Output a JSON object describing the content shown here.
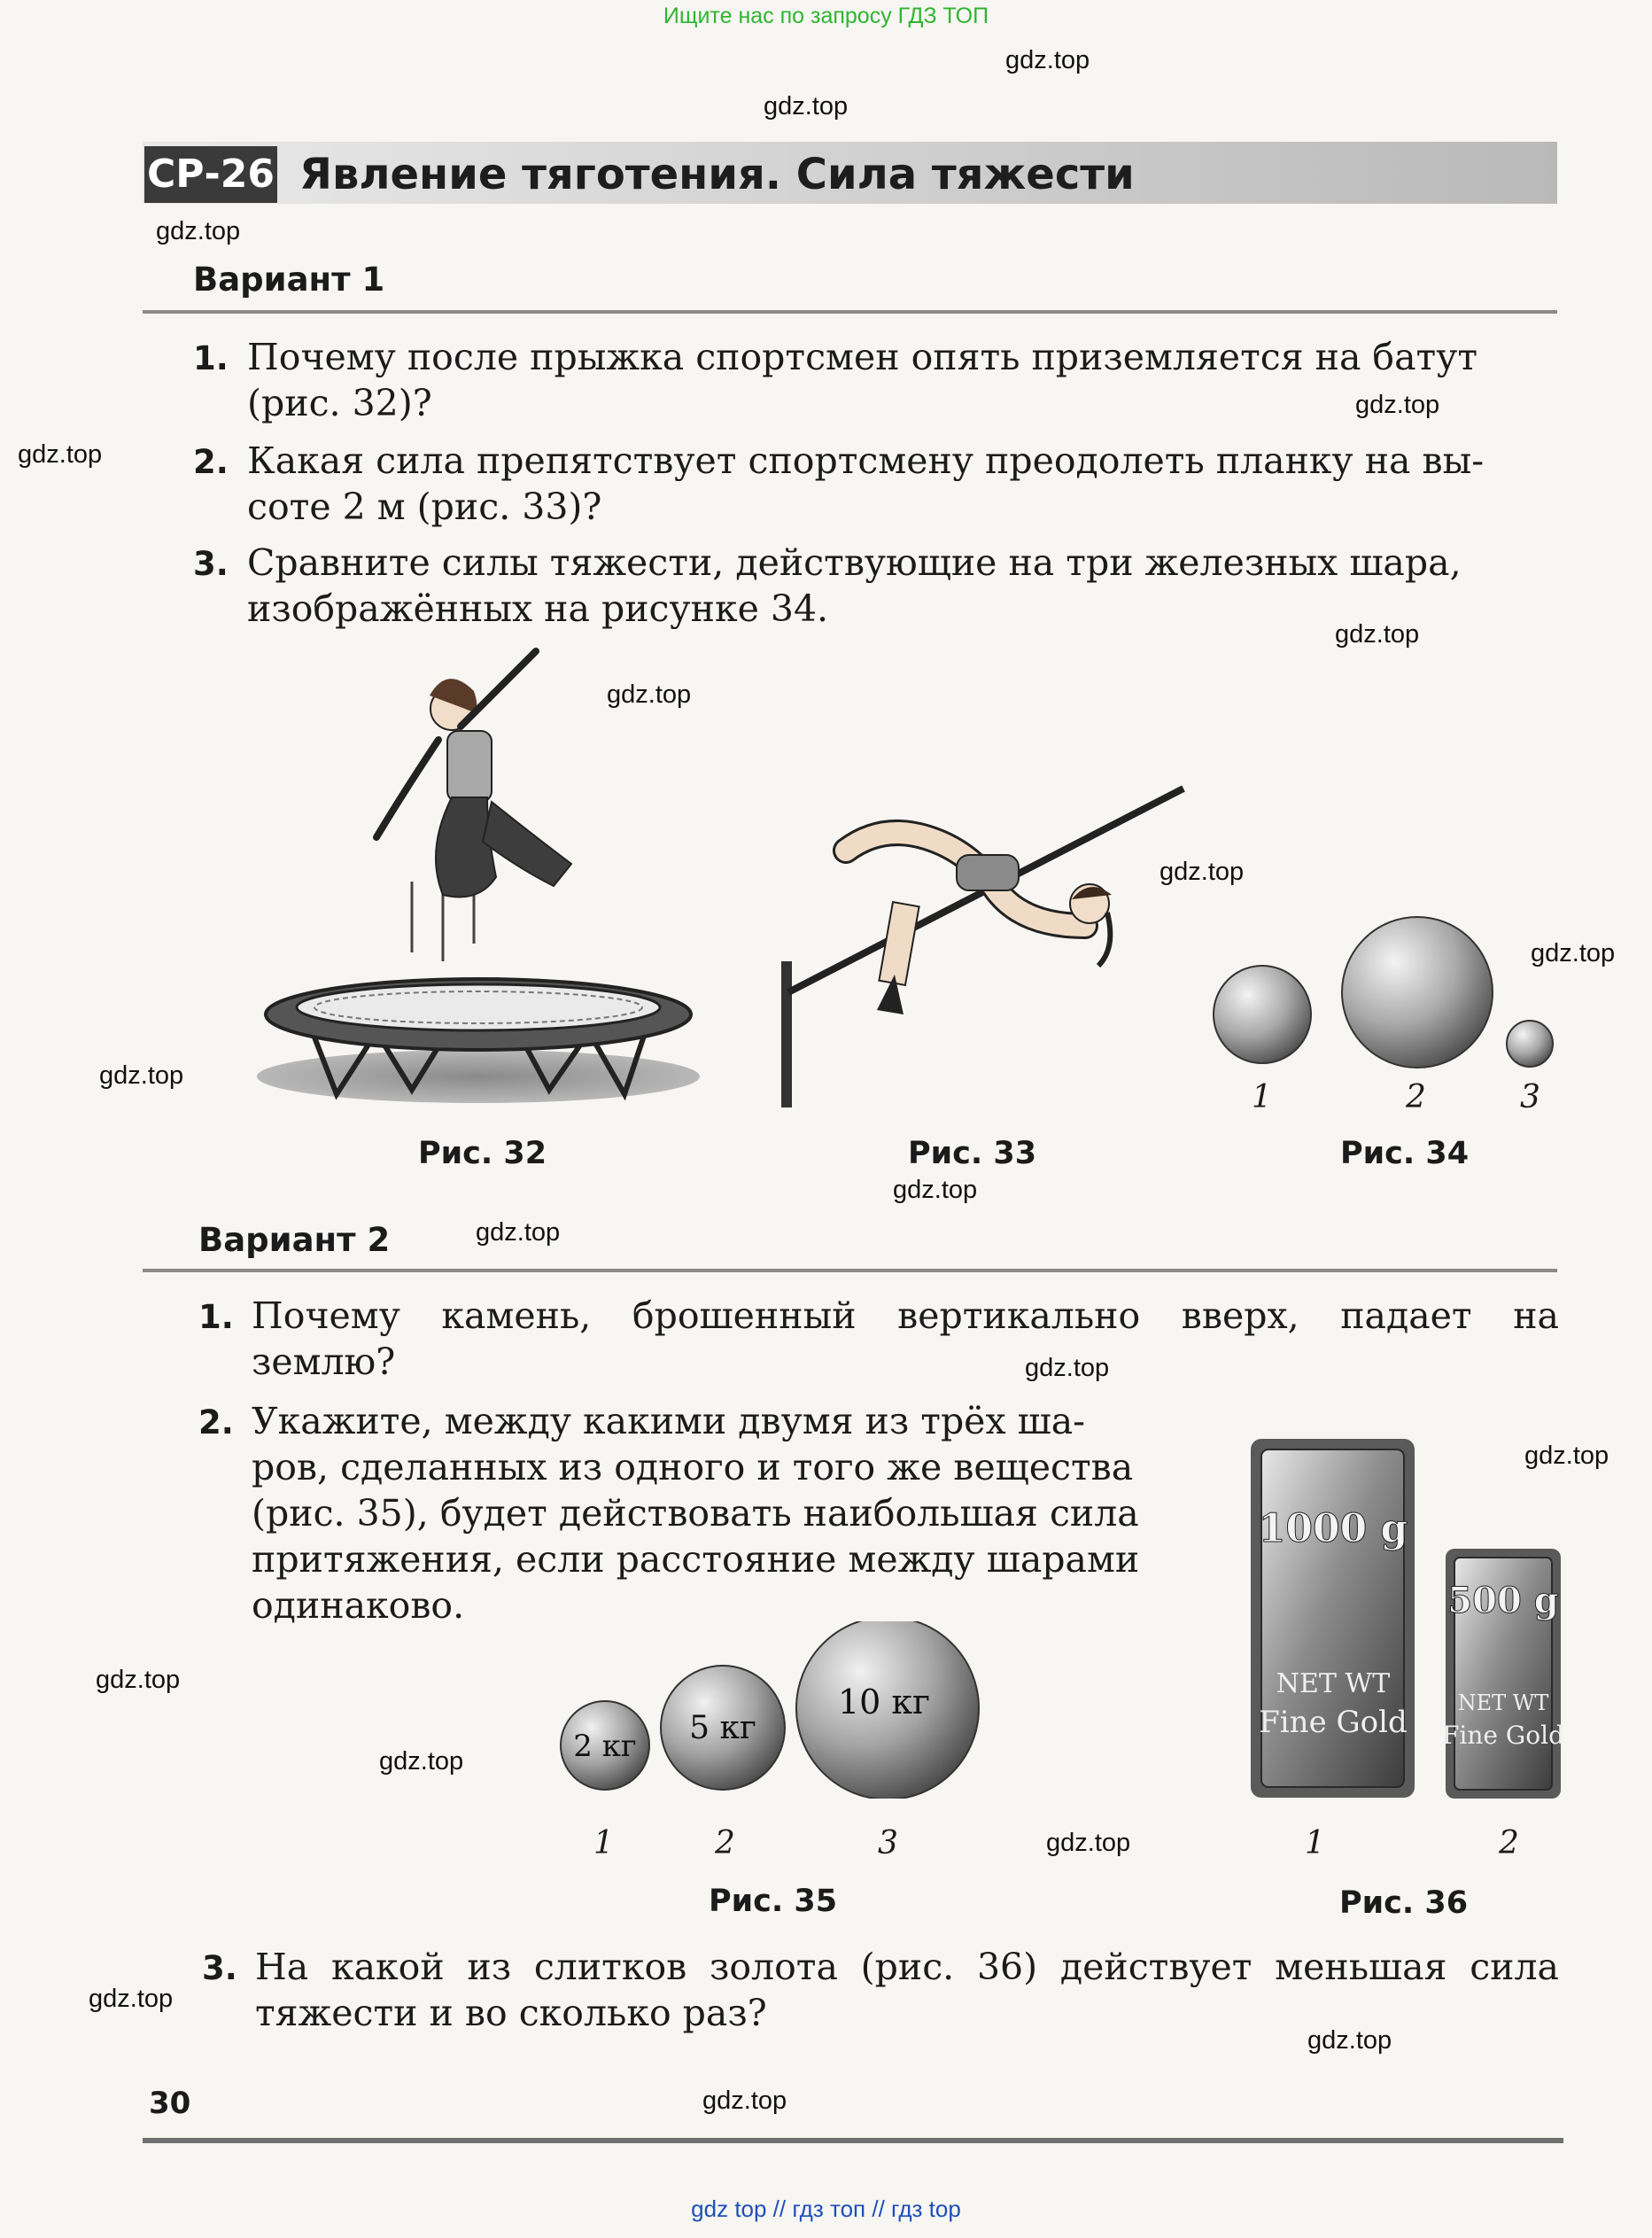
{
  "top_banner": "Ищите нас по запросу ГДЗ ТОП",
  "bottom_banner": "gdz top  //  гдз топ  //  гдз top",
  "watermark": "gdz.top",
  "header": {
    "badge": "СР-26",
    "title": "Явление тяготения. Сила тяжести"
  },
  "variant1": {
    "title": "Вариант 1",
    "q1": {
      "num": "1.",
      "lines": [
        "Почему после прыжка спортсмен опять приземляется на батут",
        "(рис. 32)?"
      ]
    },
    "q2": {
      "num": "2.",
      "lines": [
        "Какая сила препятствует спортсмену преодолеть планку на вы-",
        "соте 2 м (рис. 33)?"
      ]
    },
    "q3": {
      "num": "3.",
      "lines": [
        "Сравните силы тяжести, действующие на три железных шара,",
        "изображённых на рисунке 34."
      ]
    },
    "figures": {
      "fig32": "Рис. 32",
      "fig33": "Рис. 33",
      "fig34": "Рис. 34",
      "balls34": [
        "1",
        "2",
        "3"
      ]
    }
  },
  "variant2": {
    "title": "Вариант 2",
    "q1": {
      "num": "1.",
      "lines": [
        "Почему камень, брошенный вертикально вверх, падает на",
        "землю?"
      ]
    },
    "q2": {
      "num": "2.",
      "lines": [
        "Укажите, между какими двумя из трёх ша-",
        "ров, сделанных из одного и того же вещества",
        "(рис. 35), будет действовать наибольшая сила",
        "притяжения, если расстояние между шарами",
        "одинаково."
      ]
    },
    "q3": {
      "num": "3.",
      "lines": [
        "На какой из слитков золота (рис. 36) действует меньшая сила",
        "тяжести и во сколько раз?"
      ]
    },
    "fig35": {
      "caption": "Рис. 35",
      "balls": [
        "2 кг",
        "5 кг",
        "10 кг"
      ],
      "labels": [
        "1",
        "2",
        "3"
      ]
    },
    "fig36": {
      "caption": "Рис. 36",
      "bar1": {
        "mass": "1000 g",
        "line1": "NET WT",
        "line2": "Fine Gold"
      },
      "bar2": {
        "mass": "500 g",
        "line1": "NET WT",
        "line2": "Fine Gold"
      },
      "labels": [
        "1",
        "2"
      ]
    }
  },
  "page_number": "30"
}
